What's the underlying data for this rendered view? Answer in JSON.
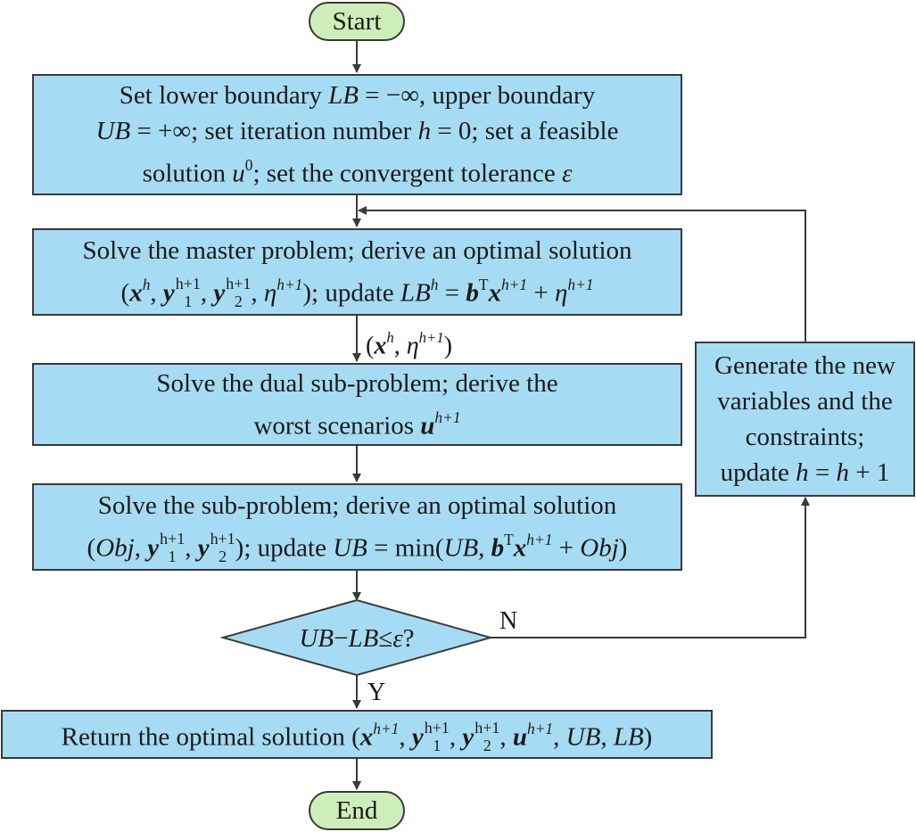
{
  "start": "Start",
  "end": "End",
  "init": {
    "l1": "Set lower boundary ",
    "lb": "LB",
    "l1b": " = −∞, upper boundary",
    "ub": "UB",
    "l2": " = +∞; set iteration number ",
    "h": "h",
    "l2b": " = 0; set a feasible",
    "l3": "solution ",
    "u": "u",
    "u0": "0",
    "l3b": "; set the convergent tolerance ",
    "eps": "ε"
  },
  "master": {
    "l1": "Solve the master problem; derive an optimal solution",
    "open": "(",
    "x": "x",
    "h": "h",
    "comma": ", ",
    "y": "y",
    "hp1": "h+1",
    "s1": "1",
    "s2": "2",
    "eta": "η",
    "close_update": "); update ",
    "lb": "LB",
    "eq": " = ",
    "b": "b",
    "T": "T",
    "plus": " + "
  },
  "dual": {
    "l1": "Solve the dual sub-problem; derive the",
    "l2": "worst scenarios ",
    "u": "u",
    "hp1": "h+1"
  },
  "sub": {
    "l1": "Solve the sub-problem; derive an optimal solution",
    "open": "(",
    "obj": "Obj",
    "comma": ", ",
    "y": "y",
    "hp1": "h+1",
    "s1": "1",
    "s2": "2",
    "close_update": "); update ",
    "ub": "UB",
    "eqmin": " = min(",
    "b": "b",
    "T": "T",
    "x": "x",
    "plus": " + ",
    "close": ")"
  },
  "decision": {
    "ub": "UB",
    "minus": " − ",
    "lb": "LB",
    "le": " ≤ ",
    "eps": "ε",
    "q": "?"
  },
  "generate": {
    "l1": "Generate the new",
    "l2": "variables and the",
    "l3": "constraints;",
    "l4": "update ",
    "h": "h",
    "eq": " = ",
    "h2": "h",
    "plus1": " + 1"
  },
  "ret": {
    "l1": "Return the optimal solution (",
    "x": "x",
    "hp1": "h+1",
    "comma": ", ",
    "y": "y",
    "s1": "1",
    "s2": "2",
    "u": "u",
    "ub": "UB",
    "lb": "LB",
    "close": ")"
  },
  "edge_label": {
    "open": "(",
    "x": "x",
    "h": "h",
    "comma": ", ",
    "eta": "η",
    "hp1": "h+1",
    "close": ")"
  },
  "labels": {
    "no": "N",
    "yes": "Y"
  },
  "colors": {
    "process_fill": "#a6dcf3",
    "terminal_fill": "#cdeeb9",
    "stroke": "#3a3a3a"
  }
}
